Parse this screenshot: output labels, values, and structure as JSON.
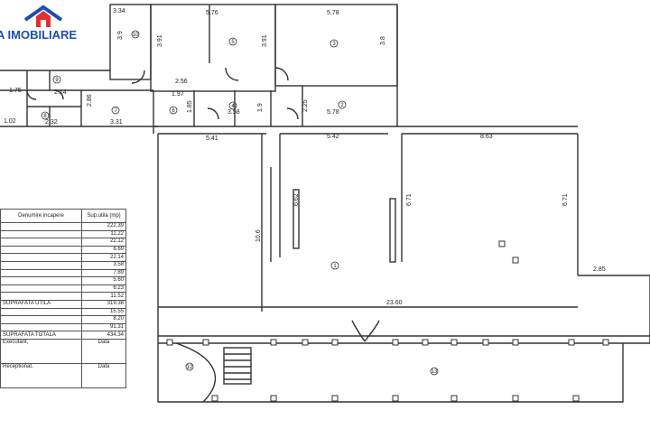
{
  "brand": {
    "text": "A IMOBILIARE",
    "color": "#1e4db0",
    "accent": "#e03030"
  },
  "dimensions": {
    "d1": "3.34",
    "d2": "5.76",
    "d3": "5.78",
    "d4": "3.9",
    "d5": "3.91",
    "d6": "3.91",
    "d7": "3.8",
    "d8": "2.56",
    "d9": "1.97",
    "d10": "1.75",
    "d11": "2.14",
    "d12": "2.86",
    "d13": "1.02",
    "d14": "2.32",
    "d15": "3.31",
    "d16": "1.85",
    "d17": "3.58",
    "d18": "1.9",
    "d19": "2.25",
    "d20": "5.78",
    "d21": "5.41",
    "d22": "5.42",
    "d23": "8.63",
    "d24": "6.62",
    "d25": "6.71",
    "d26": "6.71",
    "d27": "10.6",
    "d28": "2.85",
    "d29": "23.60"
  },
  "room_numbers": {
    "r10": "10",
    "r5": "5",
    "r3": "3",
    "r9": "9",
    "r7": "7",
    "r6": "6",
    "r4": "4",
    "r2": "2",
    "r8": "8",
    "r1": "1",
    "r12": "12",
    "r13": "13"
  },
  "table": {
    "header_name": "Denumire incapere",
    "header_value": "Sup.utila (mp)",
    "rows": [
      {
        "name": "",
        "value": "222.39"
      },
      {
        "name": "",
        "value": "11.22"
      },
      {
        "name": "",
        "value": "22.12"
      },
      {
        "name": "",
        "value": "6.69"
      },
      {
        "name": "",
        "value": "22.14"
      },
      {
        "name": "",
        "value": "3.58"
      },
      {
        "name": "",
        "value": "7.89"
      },
      {
        "name": "",
        "value": "5.60"
      },
      {
        "name": "",
        "value": "6.23"
      },
      {
        "name": "",
        "value": "11.52"
      },
      {
        "name": "SUPRAFATA UTILA",
        "value": "319.38"
      },
      {
        "name": "",
        "value": "15.55"
      },
      {
        "name": "",
        "value": "8.20"
      },
      {
        "name": "",
        "value": "91.31"
      },
      {
        "name": "SUPRAFATA TOTALA",
        "value": "434.34"
      }
    ],
    "executant_label": "Executant,",
    "executant_date": "Data",
    "receptionat_label": "Receptionat,",
    "receptionat_date": "Data"
  }
}
